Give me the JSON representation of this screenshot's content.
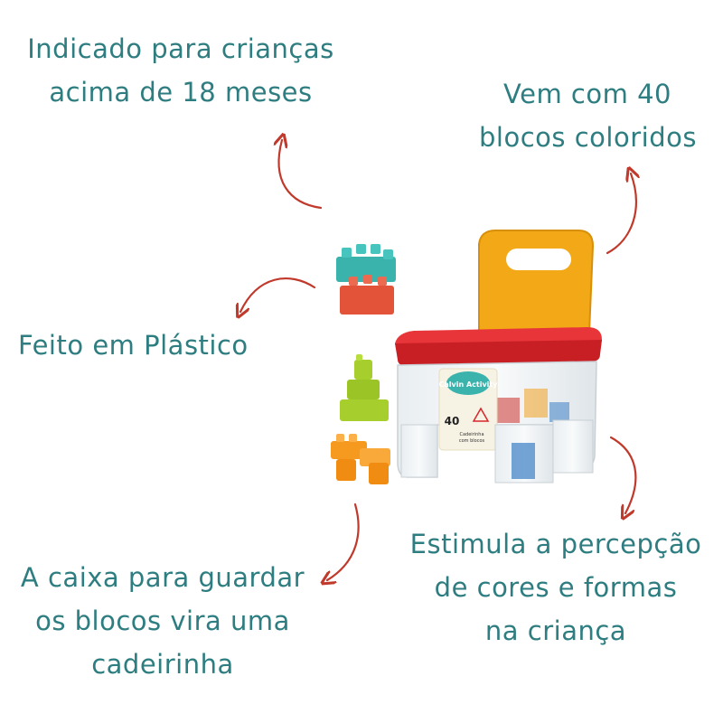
{
  "captions": {
    "age": [
      "Indicado para crianças",
      "acima de 18 meses"
    ],
    "blocks": [
      "Vem com 40",
      "blocos coloridos"
    ],
    "plastic": [
      "Feito em Plástico"
    ],
    "box": [
      "A caixa para guardar",
      "os blocos vira uma",
      "cadeirinha"
    ],
    "perception": [
      "Estimula a percepção",
      "de cores e formas",
      "na criança"
    ]
  },
  "product": {
    "brand_label": "Calvin Activity",
    "count_label": "40",
    "box_label": [
      "Cadeirinha",
      "com blocos"
    ]
  },
  "colors": {
    "text": "#2e7d80",
    "arrow": "#c0392b",
    "chair_red": "#d9262b",
    "chair_yellow": "#f2a817",
    "block_teal": "#3bb3ad",
    "block_orange_red": "#e2533a",
    "block_lime": "#a6cf2e",
    "block_orange": "#f59a1f"
  }
}
